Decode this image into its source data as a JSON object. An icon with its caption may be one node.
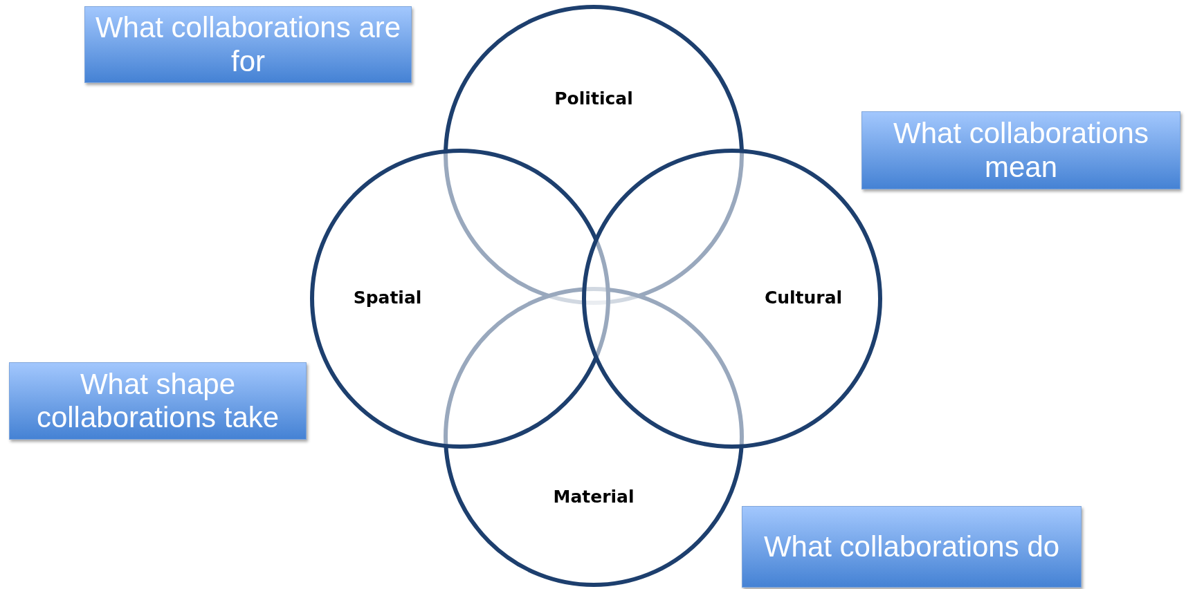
{
  "diagram": {
    "nodes": [
      {
        "text": [
          "What collaborations are for"
        ]
      },
      {
        "text": [
          "Political"
        ]
      },
      {
        "text": [
          "What collaborations mean"
        ]
      },
      {
        "text": [
          "Spatial"
        ]
      },
      {
        "text": [
          "Cultural"
        ]
      },
      {
        "text": [
          "What shape collaborations take"
        ]
      },
      {
        "text": [
          "Material"
        ]
      },
      {
        "text": [
          "What collaborations do"
        ]
      }
    ]
  }
}
